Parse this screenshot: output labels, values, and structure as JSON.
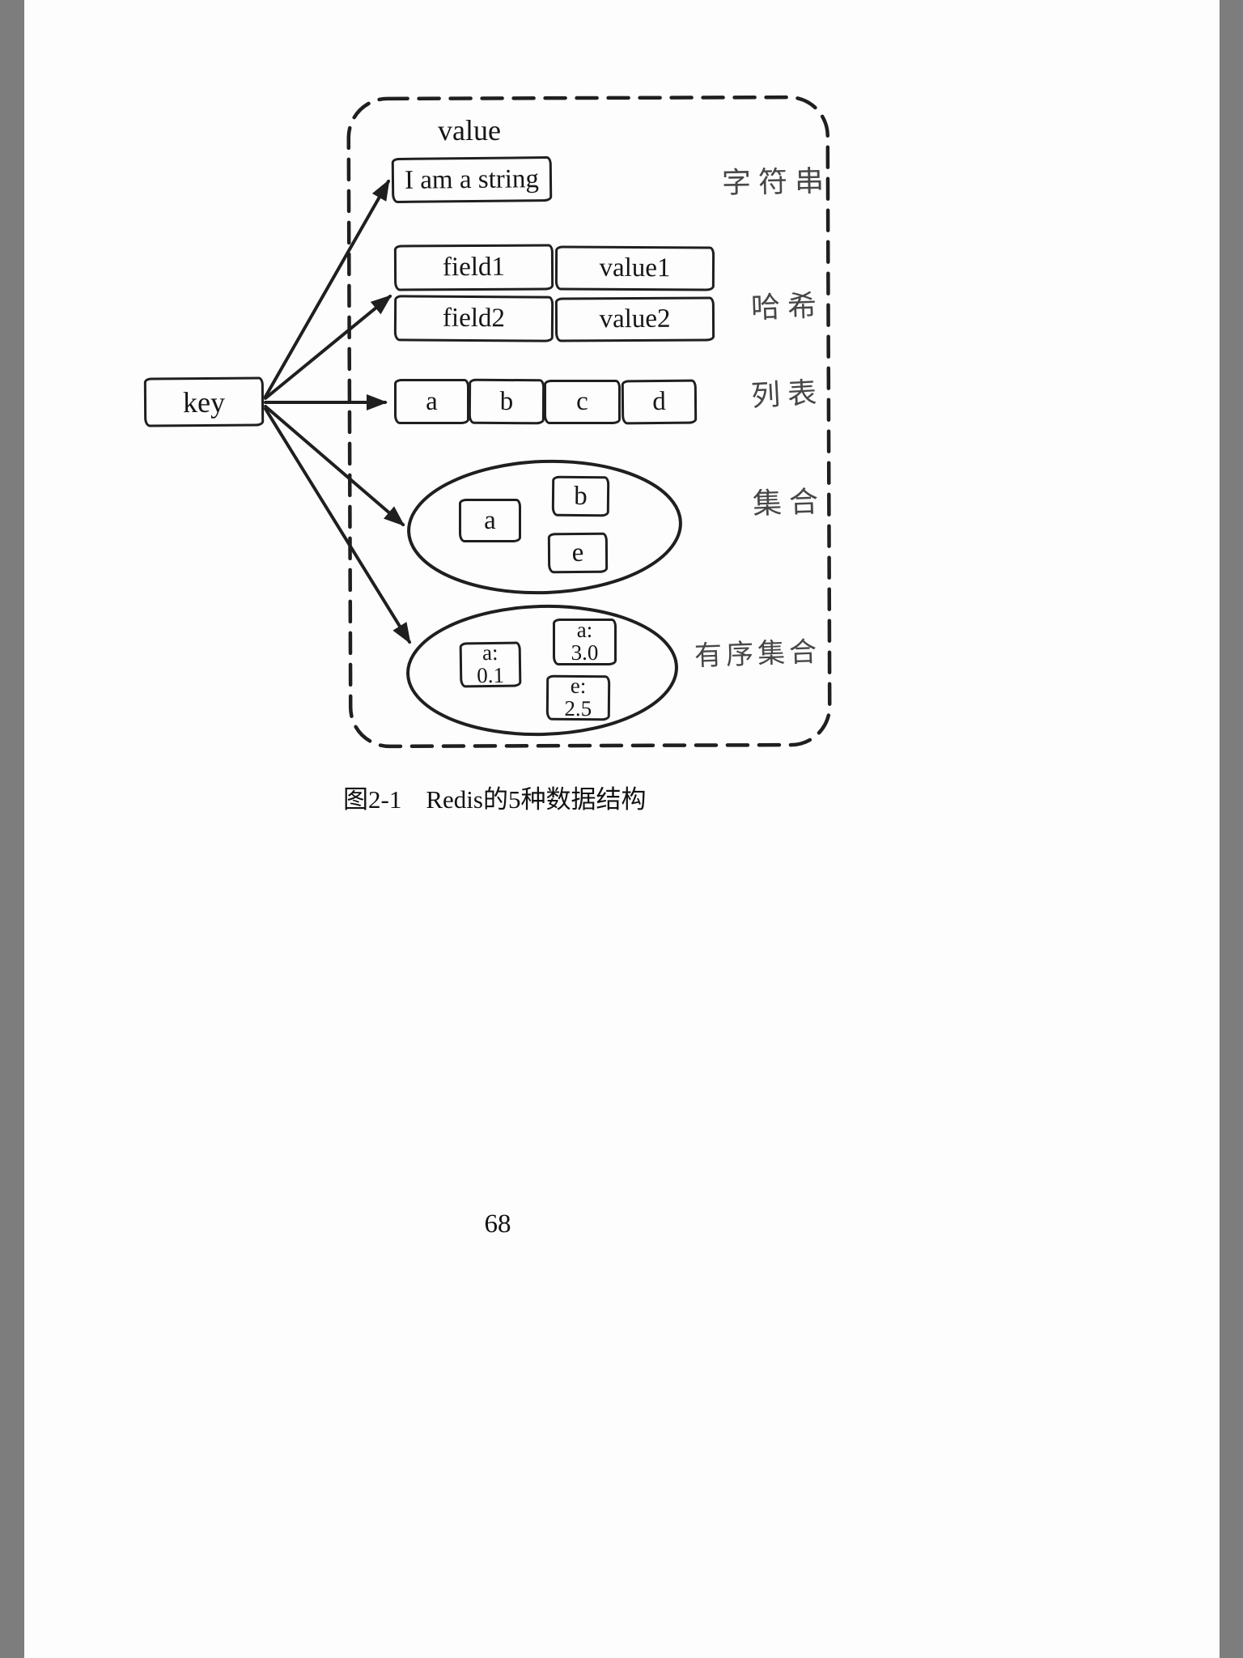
{
  "colors": {
    "ink": "#1f1f1f",
    "label-ink": "#474747",
    "paper": "#fdfdfd",
    "chrome": "#7d7d7d"
  },
  "figure": {
    "caption_label": "图2-1",
    "caption_title": "Redis的5种数据结构",
    "page_number": "68"
  },
  "diagram": {
    "key": "key",
    "value_header": "value",
    "types": {
      "string": {
        "label": "字符串",
        "value": "I am a string"
      },
      "hash": {
        "label": "哈希",
        "rows": [
          {
            "field": "field1",
            "value": "value1"
          },
          {
            "field": "field2",
            "value": "value2"
          }
        ]
      },
      "list": {
        "label": "列表",
        "items": [
          "a",
          "b",
          "c",
          "d"
        ]
      },
      "set": {
        "label": "集合",
        "members": [
          "a",
          "b",
          "e"
        ]
      },
      "sorted_set": {
        "label": "有序集合",
        "members": [
          {
            "member": "a:",
            "score": "0.1"
          },
          {
            "member": "a:",
            "score": "3.0"
          },
          {
            "member": "e:",
            "score": "2.5"
          }
        ]
      }
    }
  }
}
